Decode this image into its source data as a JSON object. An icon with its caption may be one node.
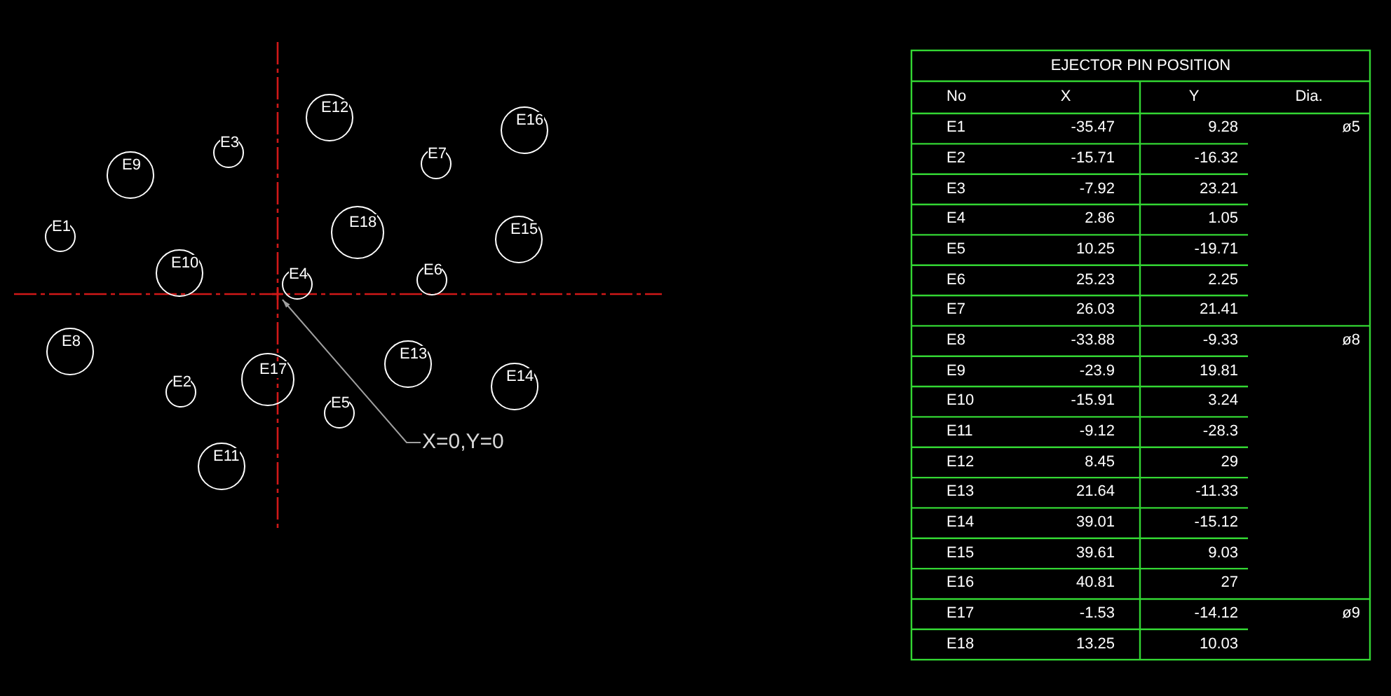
{
  "diagram": {
    "nodes": [
      {
        "text": [
          "E1"
        ]
      },
      {
        "text": [
          "E2"
        ]
      },
      {
        "text": [
          "E3"
        ]
      },
      {
        "text": [
          "E4"
        ]
      },
      {
        "text": [
          "E5"
        ]
      },
      {
        "text": [
          "E6"
        ]
      },
      {
        "text": [
          "E7"
        ]
      },
      {
        "text": [
          "E8"
        ]
      },
      {
        "text": [
          "E9"
        ]
      },
      {
        "text": [
          "E10"
        ]
      },
      {
        "text": [
          "E11"
        ]
      },
      {
        "text": [
          "E12"
        ]
      },
      {
        "text": [
          "E13"
        ]
      },
      {
        "text": [
          "E14"
        ]
      },
      {
        "text": [
          "E15"
        ]
      },
      {
        "text": [
          "E16"
        ]
      },
      {
        "text": [
          "E17"
        ]
      },
      {
        "text": [
          "E18"
        ]
      },
      {
        "text": [
          "X=0,Y=0"
        ]
      },
      {
        "text": [],
        "shape": "crosshair"
      }
    ],
    "edges": [
      {
        "from": 18,
        "to": 19,
        "arrow": "to"
      }
    ],
    "labels": [
      "EJECTOR PIN POSITION",
      "No",
      "X",
      "Y",
      "Dia.",
      "E1",
      "-35.47",
      "9.28",
      "ø5",
      "E2",
      "-15.71",
      "-16.32",
      "E3",
      "-7.92",
      "23.21",
      "E4",
      "2.86",
      "1.05",
      "E5",
      "10.25",
      "-19.71",
      "E6",
      "25.23",
      "2.25",
      "E7",
      "26.03",
      "21.41",
      "E8",
      "-33.88",
      "-9.33",
      "ø8",
      "E9",
      "-23.9",
      "19.81",
      "E10",
      "-15.91",
      "3.24",
      "E11",
      "-9.12",
      "-28.3",
      "E12",
      "8.45",
      "29",
      "E13",
      "21.64",
      "-11.33",
      "E14",
      "39.01",
      "-15.12",
      "E15",
      "39.61",
      "9.03",
      "E16",
      "40.81",
      "27",
      "E17",
      "-1.53",
      "-14.12",
      "ø9",
      "E18",
      "13.25",
      "10.03"
    ]
  }
}
